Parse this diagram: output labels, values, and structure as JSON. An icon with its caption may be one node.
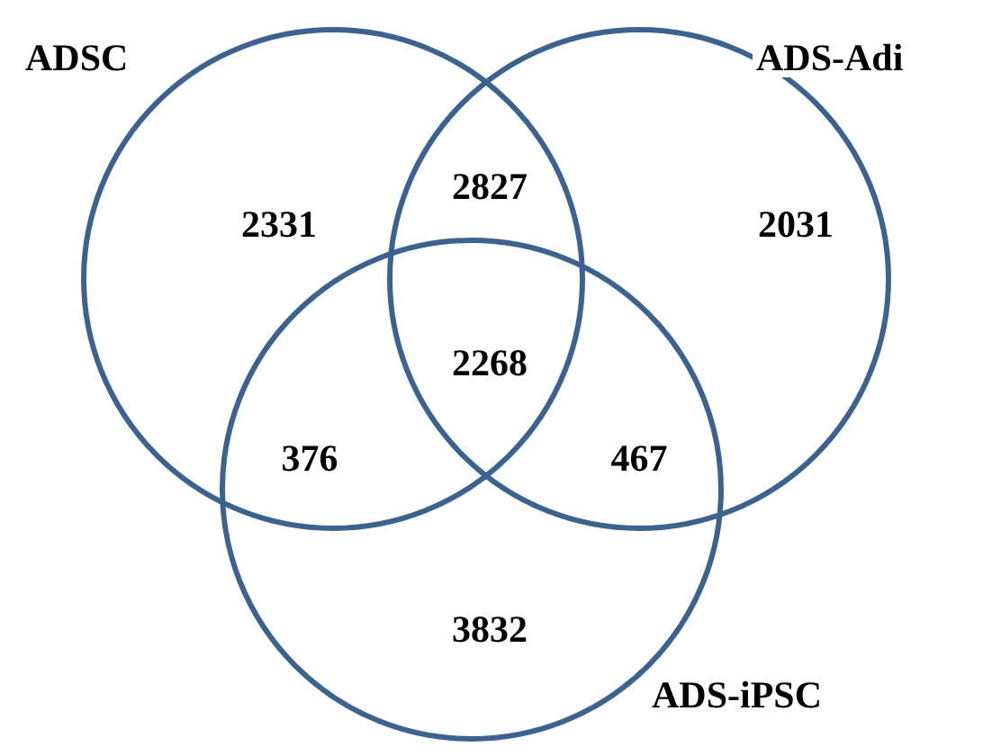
{
  "diagram": {
    "nodes": [
      {
        "text": [
          "ADSC"
        ]
      },
      {
        "text": [
          "ADS-Adi"
        ]
      },
      {
        "text": [
          "ADS-iPSC"
        ]
      }
    ],
    "labels": [
      "2331",
      "2827",
      "2031",
      "2268",
      "376",
      "467",
      "3832"
    ]
  }
}
